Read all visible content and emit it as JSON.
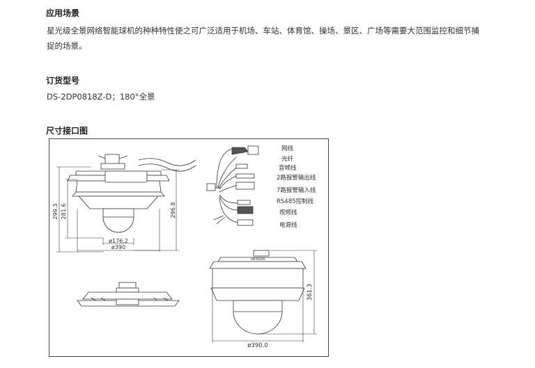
{
  "section_application": {
    "title": "应用场景",
    "line1": "星光级全景网络智能球机的种种特性使之可广泛适用于机场、车站、体育馆、操场、景区、广场等需要大范围监控和细节捕",
    "line2": "捉的场景。"
  },
  "section_order": {
    "title": "订货型号",
    "model": "DS-2DP0818Z-D；180°全景"
  },
  "section_dimensions": {
    "title": "尺寸接口图",
    "front_view": {
      "dim_height_outer": "299.3",
      "dim_height_inner": "281.6",
      "dim_height_right": "296.8",
      "dim_inner_diameter": "ø176.2",
      "dim_outer_diameter": "ø390"
    },
    "cable_labels": [
      "网线",
      "光纤",
      "音频线",
      "2路报警输出线",
      "7路报警输入线",
      "RS485控制线",
      "视频线",
      "电源线"
    ],
    "bottom_view": {
      "dim_height": "361.3",
      "dim_diameter": "ø390.0",
      "brand_mark": "HIKVISION"
    }
  }
}
